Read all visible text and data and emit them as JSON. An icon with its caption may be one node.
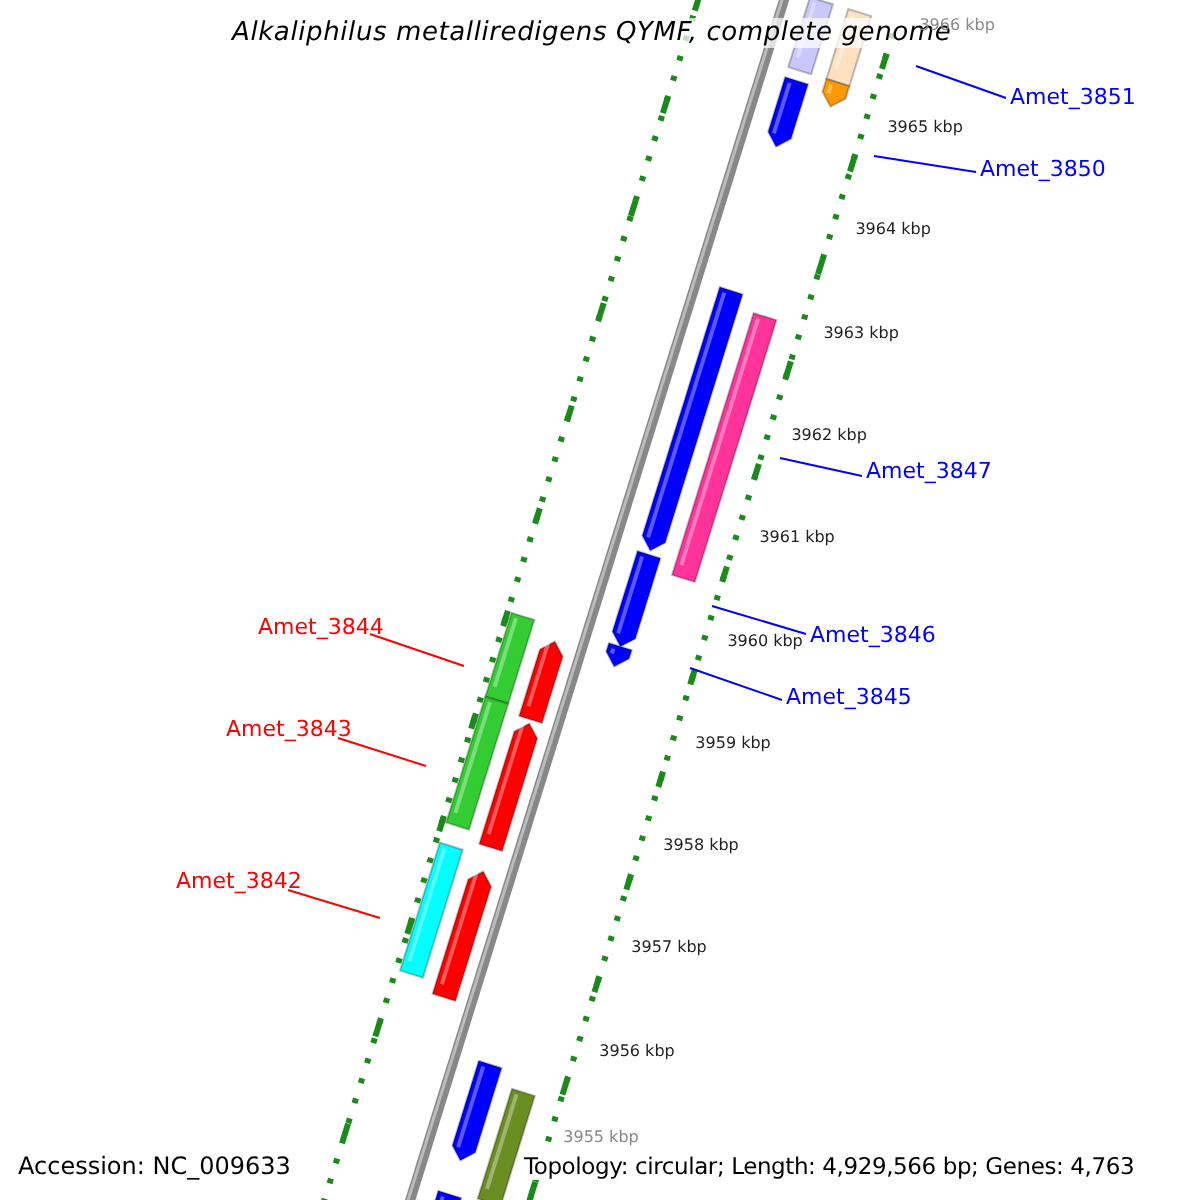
{
  "diagram": {
    "title": "Alkaliphilus metalliredigens QYMF, complete genome",
    "nodes": [
      {
        "text": [
          "Amet_3851"
        ]
      },
      {
        "text": [
          "Amet_3850"
        ]
      },
      {
        "text": [
          "Amet_3847"
        ]
      },
      {
        "text": [
          "Amet_3844"
        ]
      },
      {
        "text": [
          "Amet_3846"
        ]
      },
      {
        "text": [
          "Amet_3845"
        ]
      },
      {
        "text": [
          "Amet_3843"
        ]
      },
      {
        "text": [
          "Amet_3842"
        ]
      }
    ],
    "edges": [
      {
        "from": 0,
        "to": null,
        "arrow": "none"
      },
      {
        "from": 1,
        "to": null,
        "arrow": "none"
      },
      {
        "from": 2,
        "to": null,
        "arrow": "none"
      },
      {
        "from": 3,
        "to": null,
        "arrow": "none",
        "color": "#ff0000"
      },
      {
        "from": 4,
        "to": null,
        "arrow": "none"
      },
      {
        "from": 5,
        "to": null,
        "arrow": "none"
      },
      {
        "from": 6,
        "to": null,
        "arrow": "none",
        "color": "#ff0000"
      },
      {
        "from": 7,
        "to": null,
        "arrow": "none",
        "color": "#ff0000"
      }
    ],
    "labels": [
      "3966 kbp",
      "3965 kbp",
      "3964 kbp",
      "3963 kbp",
      "3962 kbp",
      "3961 kbp",
      "3960 kbp",
      "3959 kbp",
      "3958 kbp",
      "3957 kbp",
      "3956 kbp",
      "3955 kbp",
      "Accession: NC_009633",
      "Topology: circular; Length: 4,929,566 bp; Genes: 4,763"
    ]
  }
}
